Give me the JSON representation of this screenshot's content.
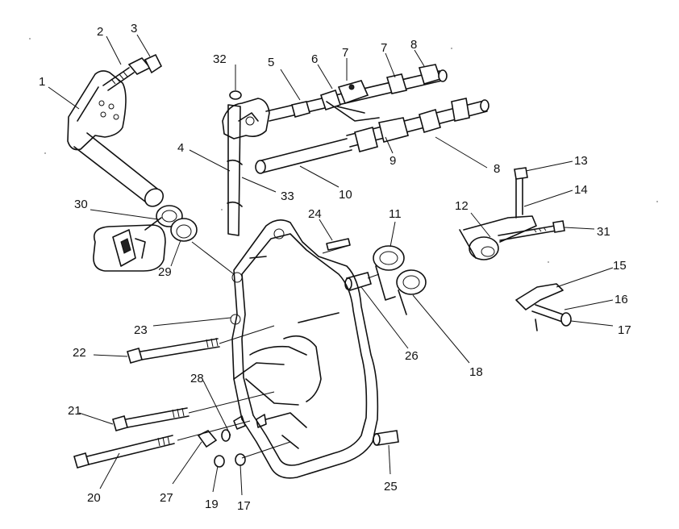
{
  "callouts": {
    "c1": "1",
    "c2": "2",
    "c3": "3",
    "c4": "4",
    "c5": "5",
    "c6": "6",
    "c7a": "7",
    "c7b": "7",
    "c8a": "8",
    "c8b": "8",
    "c9": "9",
    "c10": "10",
    "c11": "11",
    "c12": "12",
    "c13": "13",
    "c14": "14",
    "c15": "15",
    "c16": "16",
    "c17a": "17",
    "c17b": "17",
    "c18": "18",
    "c19": "19",
    "c20": "20",
    "c21": "21",
    "c22": "22",
    "c23": "23",
    "c24": "24",
    "c25": "25",
    "c26": "26",
    "c27": "27",
    "c28": "28",
    "c29": "29",
    "c30": "30",
    "c31": "31",
    "c32": "32",
    "c33": "33"
  }
}
